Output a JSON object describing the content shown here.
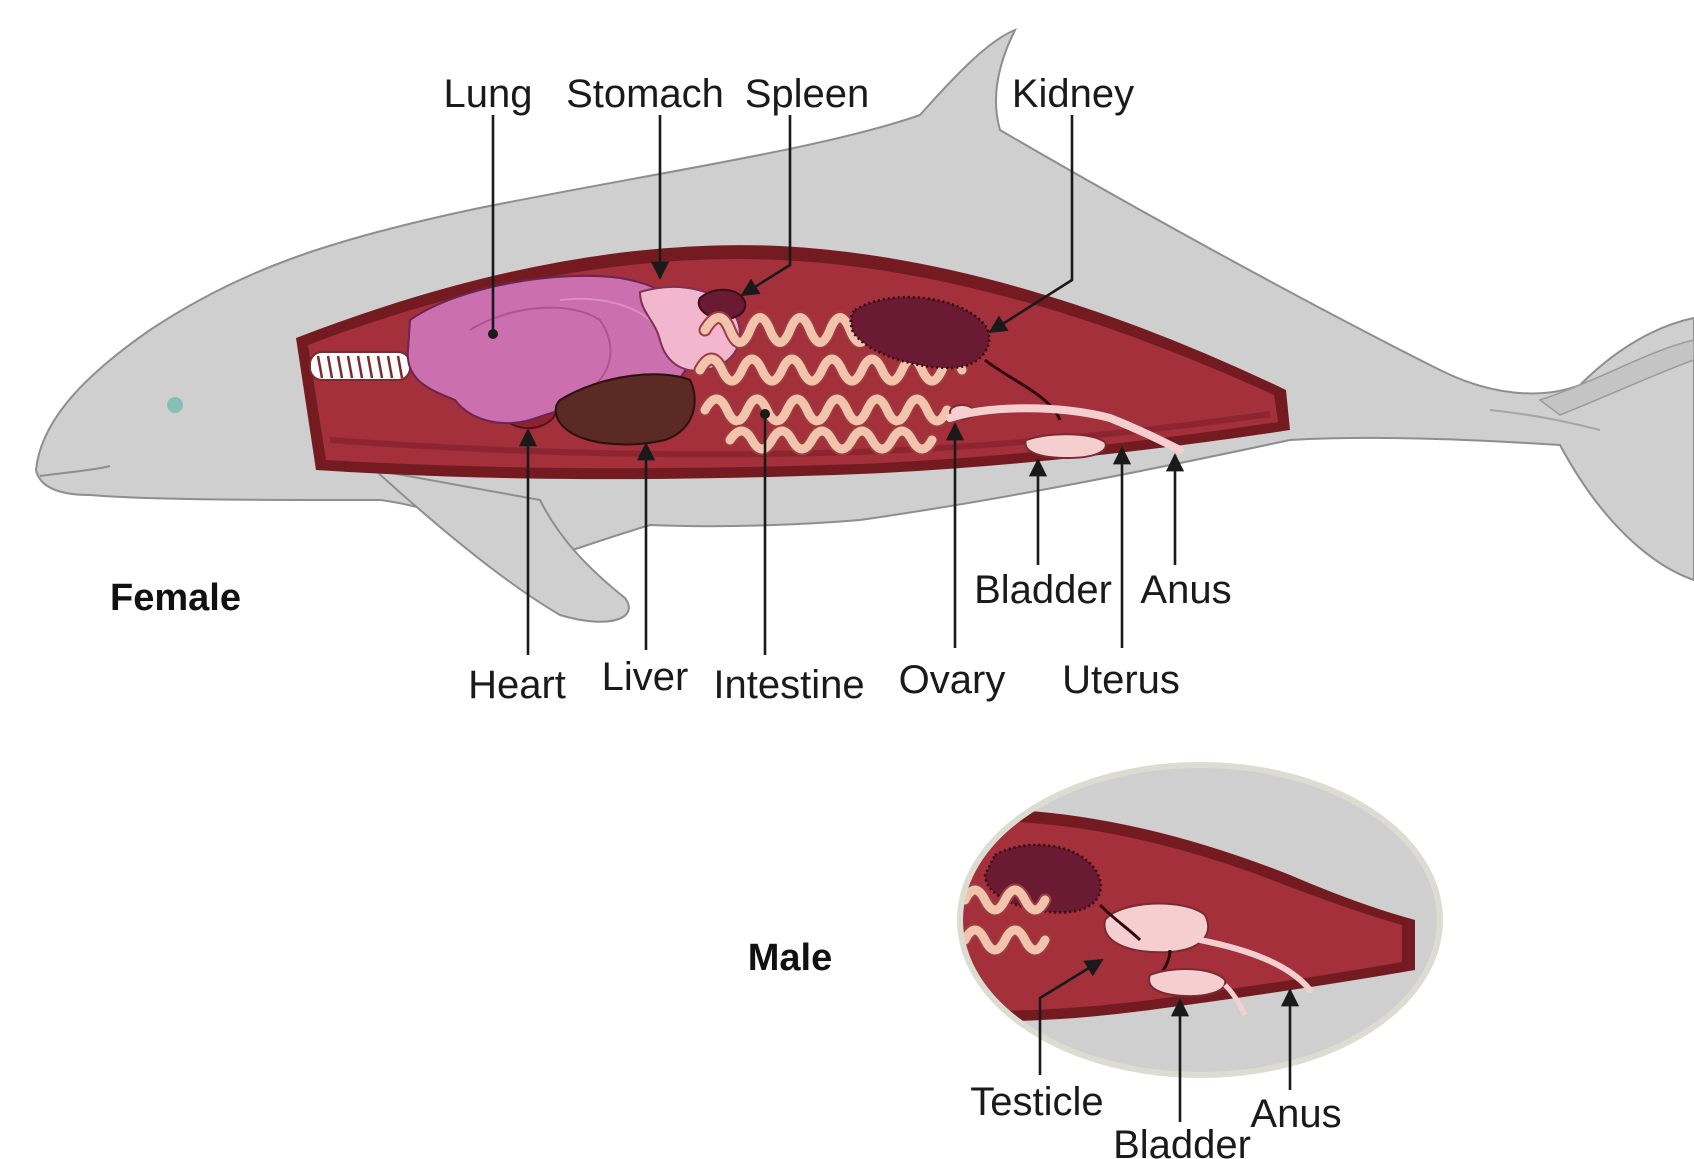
{
  "headings": {
    "female": "Female",
    "male": "Male"
  },
  "female_labels": {
    "lung": "Lung",
    "stomach": "Stomach",
    "spleen": "Spleen",
    "kidney": "Kidney",
    "heart": "Heart",
    "liver": "Liver",
    "intestine": "Intestine",
    "ovary": "Ovary",
    "uterus": "Uterus",
    "bladder": "Bladder",
    "anus": "Anus"
  },
  "male_labels": {
    "testicle": "Testicle",
    "bladder": "Bladder",
    "anus": "Anus"
  },
  "colors": {
    "body": "#cfcfcf",
    "body_outline": "#8e8e8e",
    "cavity": "#a3303b",
    "cavity_rim": "#741b22",
    "lung": "#cc6fae",
    "stomach": "#f3b6cf",
    "liver": "#5b2a24",
    "kidney": "#6b1a33",
    "intestine": "#f2c4ae",
    "gonad": "#f5cfd0",
    "eye": "#86c0b4",
    "inset_ring": "#dcdcd0"
  }
}
